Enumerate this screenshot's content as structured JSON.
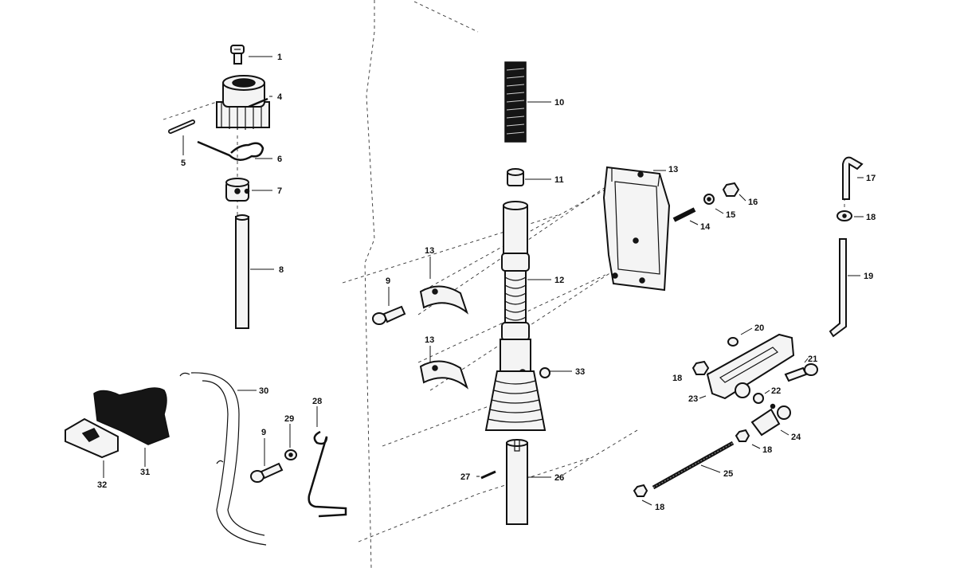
{
  "diagram": {
    "callouts": [
      {
        "id": "c1",
        "label": "1"
      },
      {
        "id": "c4",
        "label": "4"
      },
      {
        "id": "c5",
        "label": "5"
      },
      {
        "id": "c6",
        "label": "6"
      },
      {
        "id": "c7",
        "label": "7"
      },
      {
        "id": "c8",
        "label": "8"
      },
      {
        "id": "c9a",
        "label": "9"
      },
      {
        "id": "c9b",
        "label": "9"
      },
      {
        "id": "c10",
        "label": "10"
      },
      {
        "id": "c11",
        "label": "11"
      },
      {
        "id": "c12",
        "label": "12"
      },
      {
        "id": "c13a",
        "label": "13"
      },
      {
        "id": "c13b",
        "label": "13"
      },
      {
        "id": "c13c",
        "label": "13"
      },
      {
        "id": "c14",
        "label": "14"
      },
      {
        "id": "c15",
        "label": "15"
      },
      {
        "id": "c16",
        "label": "16"
      },
      {
        "id": "c17",
        "label": "17"
      },
      {
        "id": "c18a",
        "label": "18"
      },
      {
        "id": "c18b",
        "label": "18"
      },
      {
        "id": "c18c",
        "label": "18"
      },
      {
        "id": "c18d",
        "label": "18"
      },
      {
        "id": "c19",
        "label": "19"
      },
      {
        "id": "c20",
        "label": "20"
      },
      {
        "id": "c21",
        "label": "21"
      },
      {
        "id": "c22",
        "label": "22"
      },
      {
        "id": "c23",
        "label": "23"
      },
      {
        "id": "c24",
        "label": "24"
      },
      {
        "id": "c25",
        "label": "25"
      },
      {
        "id": "c26",
        "label": "26"
      },
      {
        "id": "c27",
        "label": "27"
      },
      {
        "id": "c28",
        "label": "28"
      },
      {
        "id": "c29",
        "label": "29"
      },
      {
        "id": "c30",
        "label": "30"
      },
      {
        "id": "c31",
        "label": "31"
      },
      {
        "id": "c32",
        "label": "32"
      },
      {
        "id": "c33",
        "label": "33"
      }
    ]
  }
}
